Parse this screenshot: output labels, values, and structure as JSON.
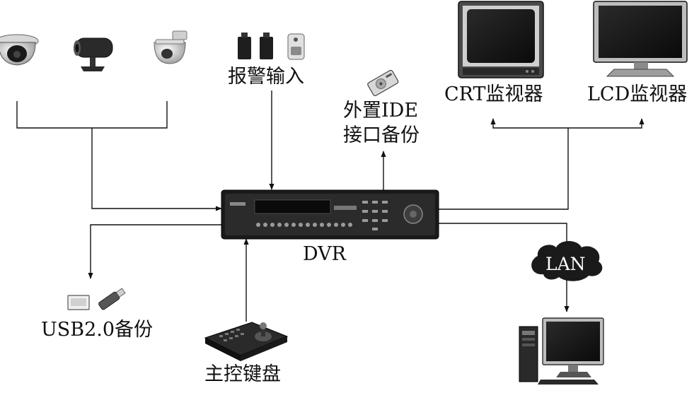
{
  "labels": {
    "alarm_input": "报警输入",
    "ide_line1": "外置IDE",
    "ide_line2": "接口备份",
    "crt_monitor": "CRT监视器",
    "lcd_monitor": "LCD监视器",
    "dvr": "DVR",
    "lan": "LAN",
    "usb_backup": "USB2.0备份",
    "main_keyboard": "主控键盘"
  },
  "colors": {
    "line": "#111111",
    "device_dark": "#1c1c1c",
    "device_mid": "#555555",
    "device_light": "#cfcfcf"
  }
}
